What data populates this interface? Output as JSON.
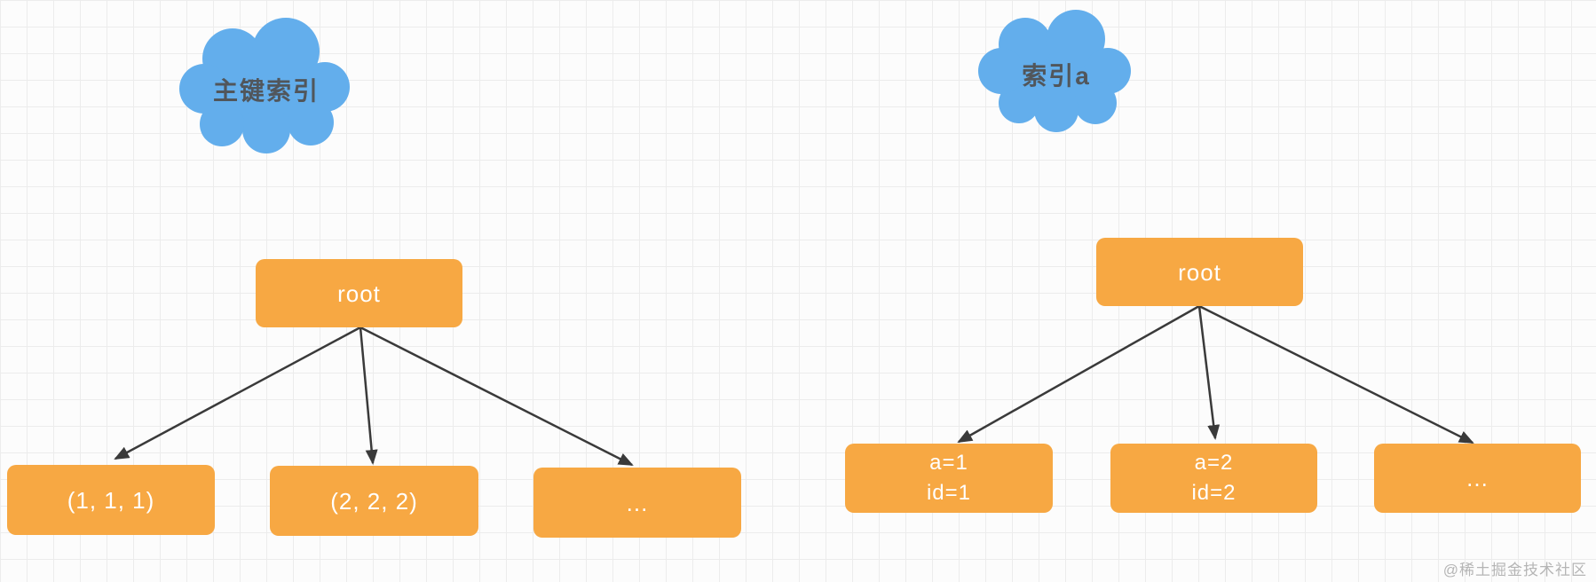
{
  "colors": {
    "node_fill": "#F7A843",
    "node_text": "#ffffff",
    "cloud_fill": "#63AEEC",
    "cloud_text": "#51565b",
    "arrow": "#3a3a3a",
    "watermark": "#b5b5b5",
    "grid_line": "#ececec",
    "background": "#fcfcfc"
  },
  "trees": [
    {
      "label": {
        "text": "主键索引"
      },
      "root": {
        "text": "root"
      },
      "leaves": [
        {
          "lines": [
            "(1, 1, 1)"
          ]
        },
        {
          "lines": [
            "(2, 2, 2)"
          ]
        },
        {
          "lines": [
            "..."
          ]
        }
      ]
    },
    {
      "label": {
        "text": "索引a"
      },
      "root": {
        "text": "root"
      },
      "leaves": [
        {
          "lines": [
            "a=1",
            "id=1"
          ]
        },
        {
          "lines": [
            "a=2",
            "id=2"
          ]
        },
        {
          "lines": [
            "..."
          ]
        }
      ]
    }
  ],
  "watermark": {
    "text": "@稀土掘金技术社区"
  }
}
